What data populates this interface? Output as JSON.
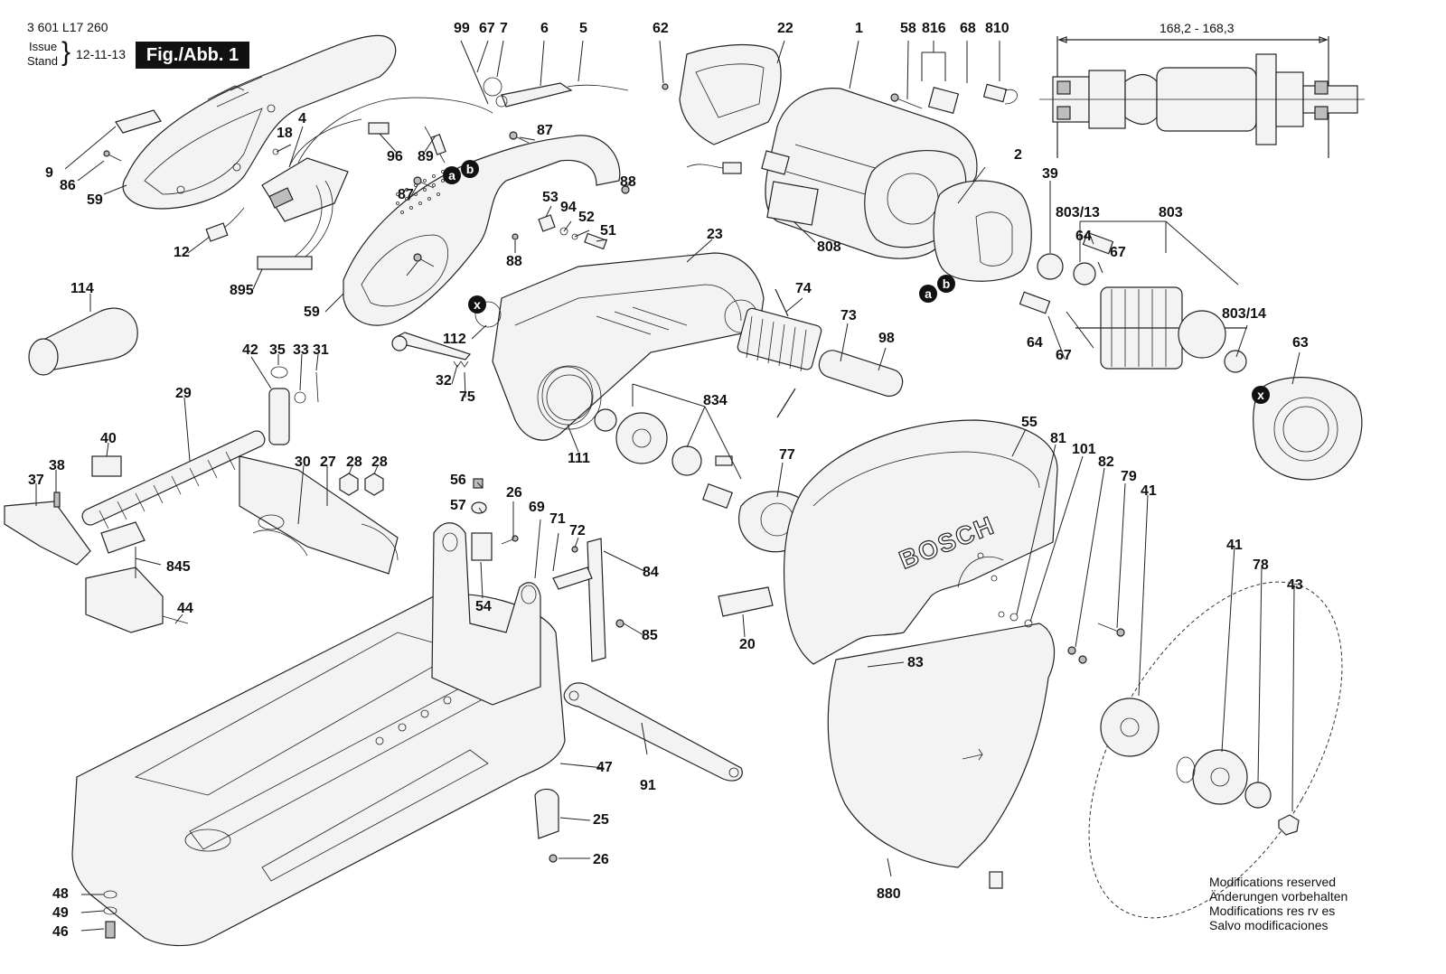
{
  "header": {
    "part_number": "3 601 L17 260",
    "issue_label": "Issue",
    "stand_label": "Stand",
    "date": "12-11-13",
    "figure_label": "Fig./Abb. 1"
  },
  "dimension_label": "168,2 - 168,3",
  "brand_text": "BOSCH",
  "notes": [
    "Modifications reserved",
    "Änderungen vorbehalten",
    "Modifications res rv es",
    "Salvo modificaciones"
  ],
  "connector_marks": [
    "a",
    "b",
    "x"
  ],
  "callouts": [
    "99",
    "67",
    "7",
    "6",
    "5",
    "62",
    "22",
    "1",
    "58",
    "816",
    "68",
    "810",
    "4",
    "18",
    "96",
    "89",
    "87",
    "88",
    "9",
    "86",
    "59",
    "12",
    "895",
    "53",
    "94",
    "52",
    "51",
    "88",
    "87",
    "23",
    "39",
    "803/13",
    "803",
    "64",
    "67",
    "2",
    "808",
    "114",
    "59",
    "112",
    "74",
    "73",
    "98",
    "64",
    "67",
    "803/14",
    "63",
    "42",
    "35",
    "33",
    "31",
    "29",
    "40",
    "37",
    "38",
    "30",
    "27",
    "28",
    "28",
    "32",
    "75",
    "111",
    "834",
    "77",
    "55",
    "81",
    "101",
    "82",
    "79",
    "41",
    "56",
    "57",
    "26",
    "69",
    "71",
    "72",
    "84",
    "845",
    "44",
    "54",
    "85",
    "20",
    "83",
    "41",
    "78",
    "43",
    "47",
    "91",
    "25",
    "26",
    "880",
    "48",
    "49",
    "46"
  ]
}
